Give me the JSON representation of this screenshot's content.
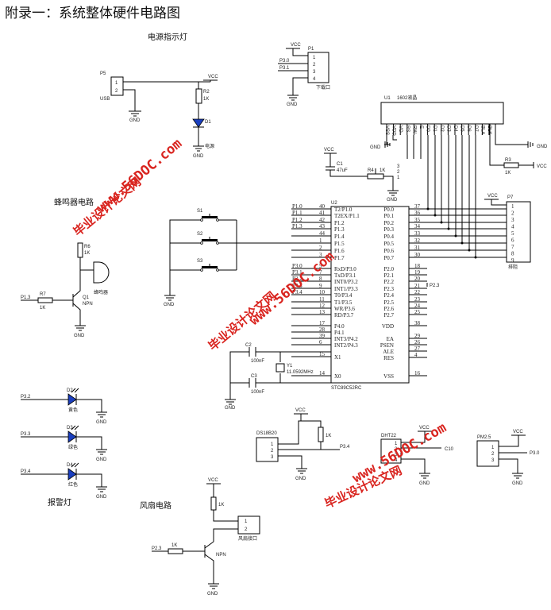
{
  "title": "附录一：系统整体硬件电路图",
  "section_labels": {
    "power_indicator": "电源指示灯",
    "buzzer": "蜂鸣器电路",
    "alarm": "报警灯",
    "fan": "风扇电路"
  },
  "watermark": {
    "site": "www.56DOC.com",
    "cn": "毕业设计论文网"
  },
  "nets": {
    "vcc": "VCC",
    "gnd": "GND"
  },
  "mcu": {
    "ref": "U2",
    "part": "STC89C52RC",
    "left_pins": [
      {
        "net": "P1.0",
        "num": "40",
        "name": "T2/P1.0"
      },
      {
        "net": "P1.1",
        "num": "41",
        "name": "T2EX/P1.1"
      },
      {
        "net": "P1.2",
        "num": "42",
        "name": "P1.2"
      },
      {
        "net": "P1.3",
        "num": "43",
        "name": "P1.3"
      },
      {
        "net": "",
        "num": "44",
        "name": "P1.4"
      },
      {
        "net": "",
        "num": "1",
        "name": "P1.5"
      },
      {
        "net": "",
        "num": "2",
        "name": "P1.6"
      },
      {
        "net": "",
        "num": "3",
        "name": "P1.7"
      },
      {
        "net": "P3.0",
        "num": "5",
        "name": "RxD/P3.0"
      },
      {
        "net": "P3.1",
        "num": "7",
        "name": "TxD/P3.1"
      },
      {
        "net": "P3.2",
        "num": "8",
        "name": "INT0/P3.2"
      },
      {
        "net": "P3.3",
        "num": "9",
        "name": "INT1/P3.3"
      },
      {
        "net": "P3.4",
        "num": "10",
        "name": "T0/P3.4"
      },
      {
        "net": "",
        "num": "11",
        "name": "T1/P3.5"
      },
      {
        "net": "",
        "num": "12",
        "name": "WR/P3.6"
      },
      {
        "net": "",
        "num": "13",
        "name": "RD/P3.7"
      },
      {
        "net": "",
        "num": "17",
        "name": "P4.0"
      },
      {
        "net": "",
        "num": "28",
        "name": "P4.1"
      },
      {
        "net": "",
        "num": "39",
        "name": "INT3/P4.2"
      },
      {
        "net": "",
        "num": "6",
        "name": "INT2/P4.3"
      },
      {
        "net": "",
        "num": "15",
        "name": "X1"
      },
      {
        "net": "",
        "num": "14",
        "name": "X0"
      }
    ],
    "right_pins": [
      {
        "num": "37",
        "name": "P0.0"
      },
      {
        "num": "36",
        "name": "P0.1"
      },
      {
        "num": "35",
        "name": "P0.2"
      },
      {
        "num": "34",
        "name": "P0.3"
      },
      {
        "num": "33",
        "name": "P0.4"
      },
      {
        "num": "32",
        "name": "P0.5"
      },
      {
        "num": "31",
        "name": "P0.6"
      },
      {
        "num": "30",
        "name": "P0.7"
      },
      {
        "num": "18",
        "name": "P2.0"
      },
      {
        "num": "19",
        "name": "P2.1"
      },
      {
        "num": "20",
        "name": "P2.2"
      },
      {
        "num": "21",
        "name": "P2.3"
      },
      {
        "num": "22",
        "name": "P2.4"
      },
      {
        "num": "23",
        "name": "P2.5"
      },
      {
        "num": "24",
        "name": "P2.6"
      },
      {
        "num": "25",
        "name": "P2.7"
      },
      {
        "num": "38",
        "name": "VDD"
      },
      {
        "num": "29",
        "name": "EA"
      },
      {
        "num": "26",
        "name": "PSEN"
      },
      {
        "num": "27",
        "name": "ALE"
      },
      {
        "num": "4",
        "name": "RES"
      },
      {
        "num": "16",
        "name": "VSS"
      }
    ],
    "p23_net": "P2.3"
  },
  "lcd": {
    "ref": "U1",
    "part": "1602液晶",
    "pins": [
      "VSS",
      "VDD",
      "VO",
      "RS",
      "RW",
      "E",
      "D0",
      "D1",
      "D2",
      "D3",
      "D4",
      "D5",
      "D6",
      "D7",
      "BLA",
      "BLK"
    ],
    "pin_nums": [
      "1",
      "2",
      "3",
      "4",
      "5",
      "6",
      "7",
      "8",
      "9",
      "10",
      "11",
      "12",
      "13",
      "14",
      "15",
      "16"
    ]
  },
  "p1": {
    "ref": "P1",
    "pins": [
      "1",
      "2",
      "3",
      "4"
    ],
    "net_a": "P3.0",
    "net_b": "P3.1",
    "note": "下载口"
  },
  "p5": {
    "ref": "P5",
    "pins": [
      "1",
      "2"
    ],
    "note": "USB"
  },
  "p7": {
    "ref": "P7",
    "pins": [
      "1",
      "2",
      "3",
      "4",
      "5",
      "6",
      "7",
      "8",
      "9"
    ],
    "note": "排阻"
  },
  "power_led": {
    "r_ref": "R2",
    "r_val": "1K",
    "d_ref": "D1",
    "d_note": "电源"
  },
  "keys": [
    "S1",
    "S2",
    "S3"
  ],
  "lcd_adj": {
    "c_ref": "C1",
    "c_val": "47uF",
    "r_ref": "R4",
    "r_val": "1K",
    "r3_ref": "R3",
    "r3_val": "1K",
    "pot_pins": [
      "3",
      "2",
      "1"
    ]
  },
  "buzzer": {
    "r6_ref": "R6",
    "r6_val": "1K",
    "r7_ref": "R7",
    "r7_val": "1K",
    "q_ref": "Q1",
    "q_type": "NPN",
    "ls_note": "蜂鸣器",
    "net": "P1.3"
  },
  "crystal": {
    "c2_ref": "C2",
    "c2_val": "100nF",
    "c3_ref": "C3",
    "c3_val": "100nF",
    "y_ref": "Y1",
    "y_val": "11.0592MHz"
  },
  "leds": [
    {
      "net": "P3.2",
      "ref": "D2",
      "note": "黄色"
    },
    {
      "net": "P3.3",
      "ref": "D3",
      "note": "绿色"
    },
    {
      "net": "P3.4",
      "ref": "D4",
      "note": "红色"
    }
  ],
  "ds18b20": {
    "part": "DS18B20",
    "pins": [
      "1",
      "2",
      "3"
    ],
    "r_val": "1K",
    "net": "P3.4"
  },
  "dht22": {
    "part": "DHT22",
    "pins": [
      "1",
      "2",
      "3",
      "4"
    ],
    "net": "C10"
  },
  "pm25": {
    "part": "PM2.5",
    "pins": [
      "1",
      "2",
      "3"
    ],
    "net": "P3.0"
  },
  "fan": {
    "r_val": "1K",
    "rb_val": "1K",
    "net": "P2.3",
    "q_type": "NPN",
    "note": "风扇接口",
    "pins": [
      "1",
      "2"
    ]
  }
}
